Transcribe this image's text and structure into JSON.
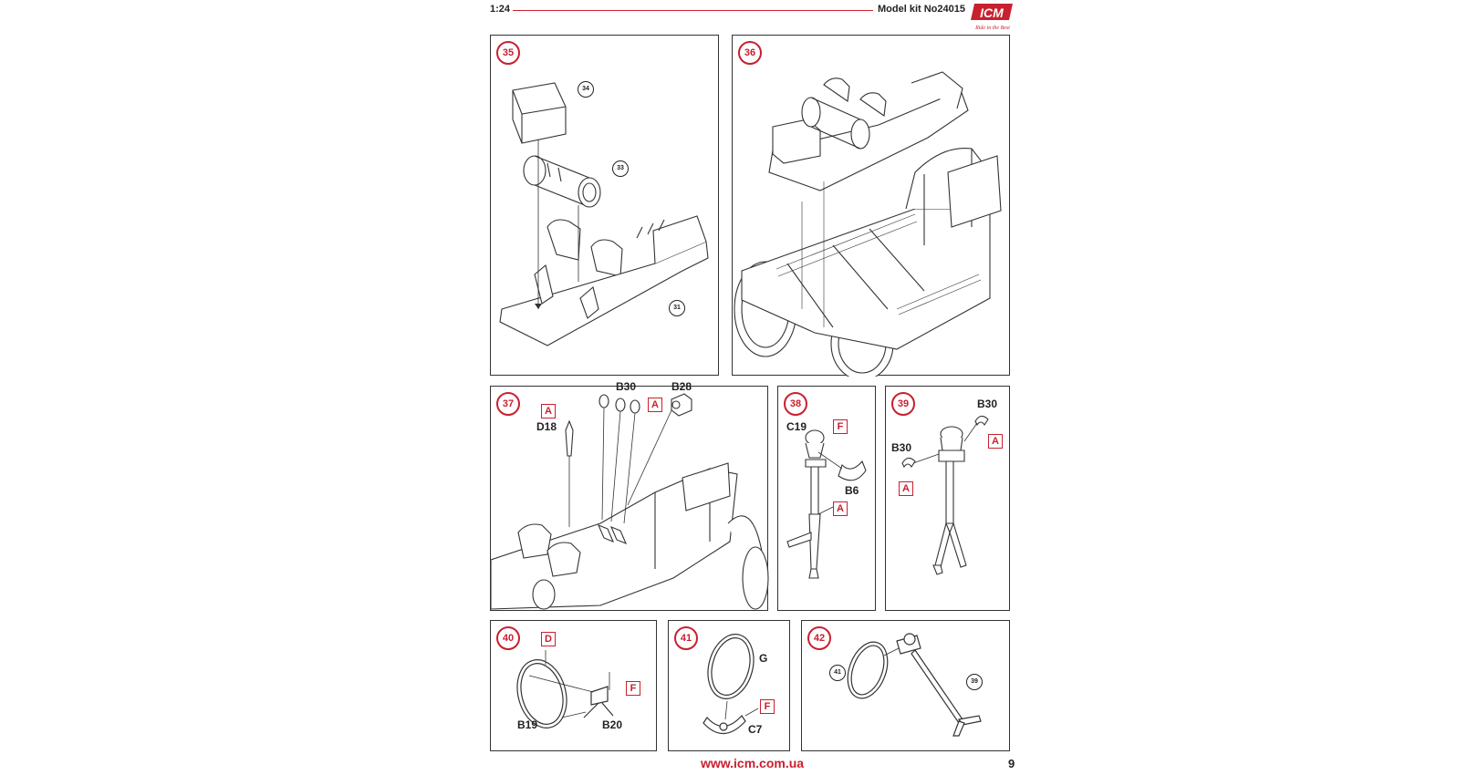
{
  "header": {
    "scale": "1:24",
    "kit_number": "Model kit No24015",
    "logo_text": "ICM",
    "logo_tagline": "Ride in the Best"
  },
  "steps": [
    {
      "number": "35",
      "refs": [
        "34",
        "33",
        "31"
      ]
    },
    {
      "number": "36"
    },
    {
      "number": "37",
      "labels": [
        "B30",
        "B28",
        "D18"
      ],
      "boxes": [
        "A",
        "A"
      ]
    },
    {
      "number": "38",
      "labels": [
        "C19",
        "B6"
      ],
      "boxes": [
        "F",
        "A"
      ]
    },
    {
      "number": "39",
      "labels": [
        "B30",
        "B30"
      ],
      "boxes": [
        "A",
        "A"
      ]
    },
    {
      "number": "40",
      "labels": [
        "B19",
        "B20"
      ],
      "boxes": [
        "D",
        "F"
      ]
    },
    {
      "number": "41",
      "labels": [
        "G",
        "C7"
      ],
      "boxes": [
        "F"
      ]
    },
    {
      "number": "42",
      "refs": [
        "41",
        "39"
      ]
    }
  ],
  "footer": {
    "url": "www.icm.com.ua",
    "page_number": "9"
  },
  "colors": {
    "accent": "#c8202e",
    "line": "#333333"
  }
}
